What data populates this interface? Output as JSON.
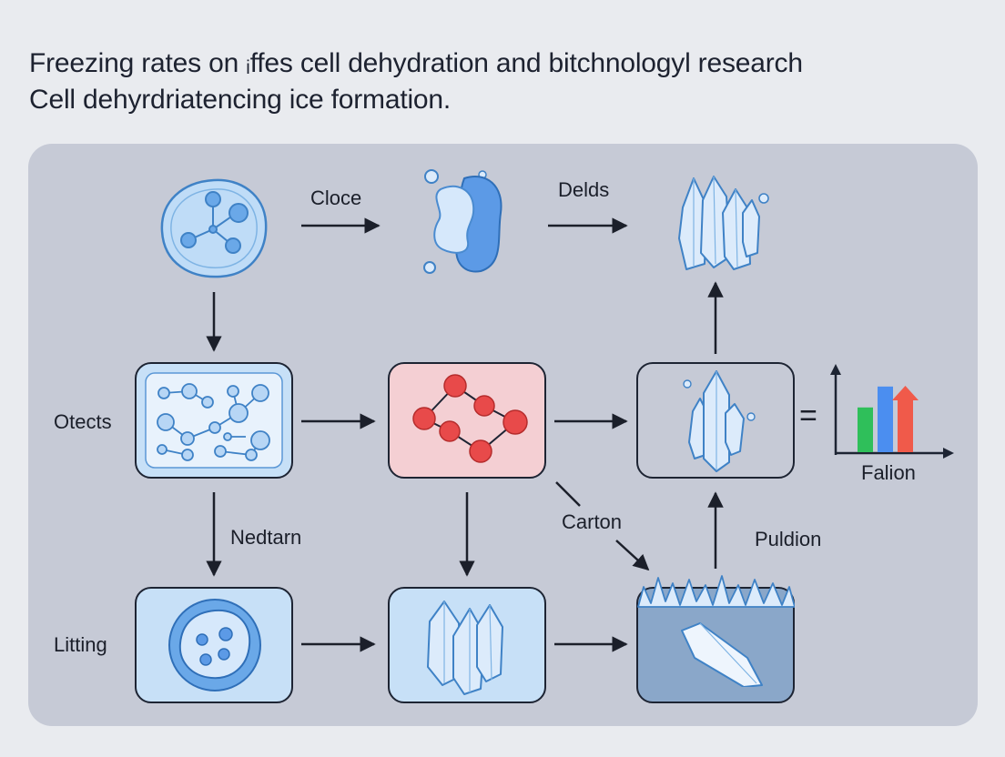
{
  "title": {
    "line1": "Freezing rates on ᵢffes cell dehydration and bitchnologyl research",
    "line2": "Cell dehyrdriatencing ice formation."
  },
  "labels": {
    "cloce": "Cloce",
    "delds": "Delds",
    "otects": "Otects",
    "nedtarn": "Nedtarn",
    "carton": "Carton",
    "puldion": "Puldion",
    "litting": "Litting",
    "falion": "Falion",
    "equals": "="
  },
  "colors": {
    "background": "#e9ebef",
    "panel": "#c6cad6",
    "cell_blue": "#c7e0f7",
    "molecule_red": "#e84a4a",
    "ice": "#dcebfb",
    "bar_green": "#2fbf5a",
    "bar_blue": "#4b8ef0",
    "bar_red": "#f05a4a"
  },
  "chart_data": {
    "type": "bar",
    "categories": [
      "",
      "",
      ""
    ],
    "values": [
      0.6,
      0.88,
      0.72
    ],
    "colors": [
      "#2fbf5a",
      "#4b8ef0",
      "#f05a4a"
    ],
    "title": "",
    "xlabel": "Falion",
    "ylabel": "",
    "ylim": [
      0,
      1
    ]
  }
}
